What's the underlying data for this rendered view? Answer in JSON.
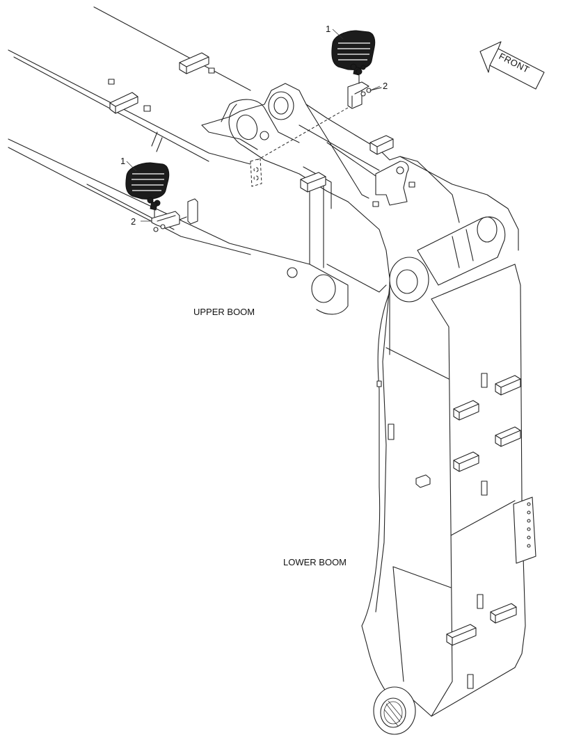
{
  "labels": {
    "upper_boom": "UPPER BOOM",
    "lower_boom": "LOWER BOOM",
    "front": "FRONT"
  },
  "callouts": {
    "lamp_top": "1",
    "bracket_top": "2",
    "lamp_left": "1",
    "bracket_left": "2"
  }
}
